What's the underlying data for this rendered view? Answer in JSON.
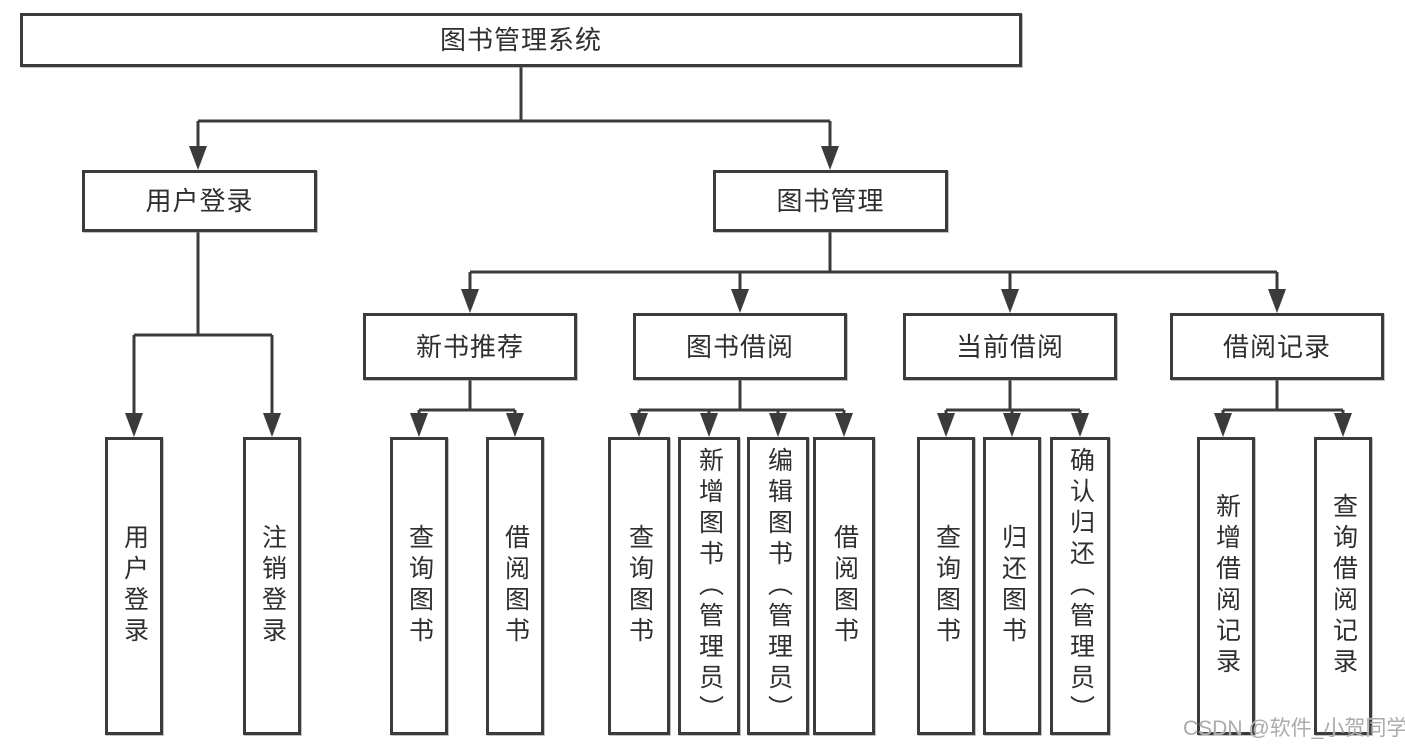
{
  "colors": {
    "line": "#3b3b3b",
    "text": "#2f2f2f",
    "box_bg": "#ffffff",
    "watermark": "#ababab"
  },
  "nodes": {
    "root": "图书管理系统",
    "login": "用户登录",
    "management": "图书管理",
    "recommend": "新书推荐",
    "borrow": "图书借阅",
    "current": "当前借阅",
    "records": "借阅记录"
  },
  "leaves": {
    "login": [
      "用户登录",
      "注销登录"
    ],
    "recommend": [
      "查询图书",
      "借阅图书"
    ],
    "borrow": [
      "查询图书",
      "新增图书（管理员）",
      "编辑图书（管理员）",
      "借阅图书"
    ],
    "current": [
      "查询图书",
      "归还图书",
      "确认归还（管理员）"
    ],
    "records": [
      "新增借阅记录",
      "查询借阅记录"
    ]
  },
  "watermark": "CSDN @软件_小贺同学"
}
